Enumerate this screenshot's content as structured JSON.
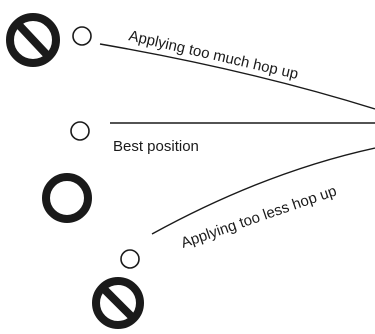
{
  "diagram": {
    "labels": {
      "too_much": "Applying too much hop up",
      "best": "Best position",
      "too_less": "Applying too less hop up"
    },
    "markers": {
      "too_much_verdict": "prohibited-icon",
      "best_verdict": "approved-ring-icon",
      "too_less_verdict": "prohibited-icon",
      "bb_start": "bb-circle-icon"
    },
    "colors": {
      "ink": "#1a1a1a",
      "background": "#ffffff"
    }
  }
}
